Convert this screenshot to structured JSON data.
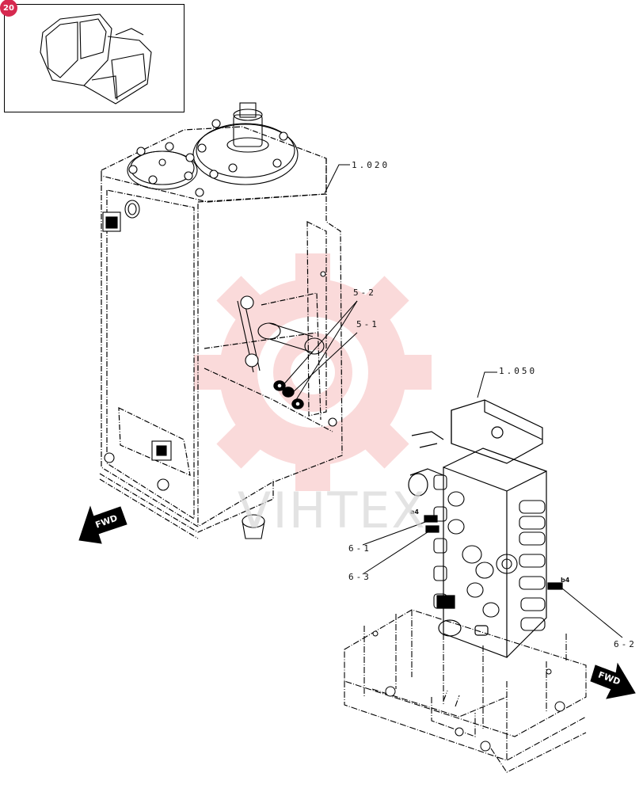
{
  "page_badge": "20",
  "watermark": {
    "text": "VIHTEX",
    "color": "#e83a3a"
  },
  "callouts": {
    "tank": "1.020",
    "valve": "1.050",
    "c5_2": "5-2",
    "c5_1": "5-1",
    "c6_1": "6-1",
    "c6_3": "6-3",
    "c6_2": "6-2",
    "port_a4": "a4",
    "port_b4": "b4"
  },
  "arrows": {
    "fwd_left": "FWD",
    "fwd_right": "FWD"
  },
  "icons": {
    "inset": "excavator-cab-icon",
    "arrow": "forward-direction-arrow-icon"
  }
}
